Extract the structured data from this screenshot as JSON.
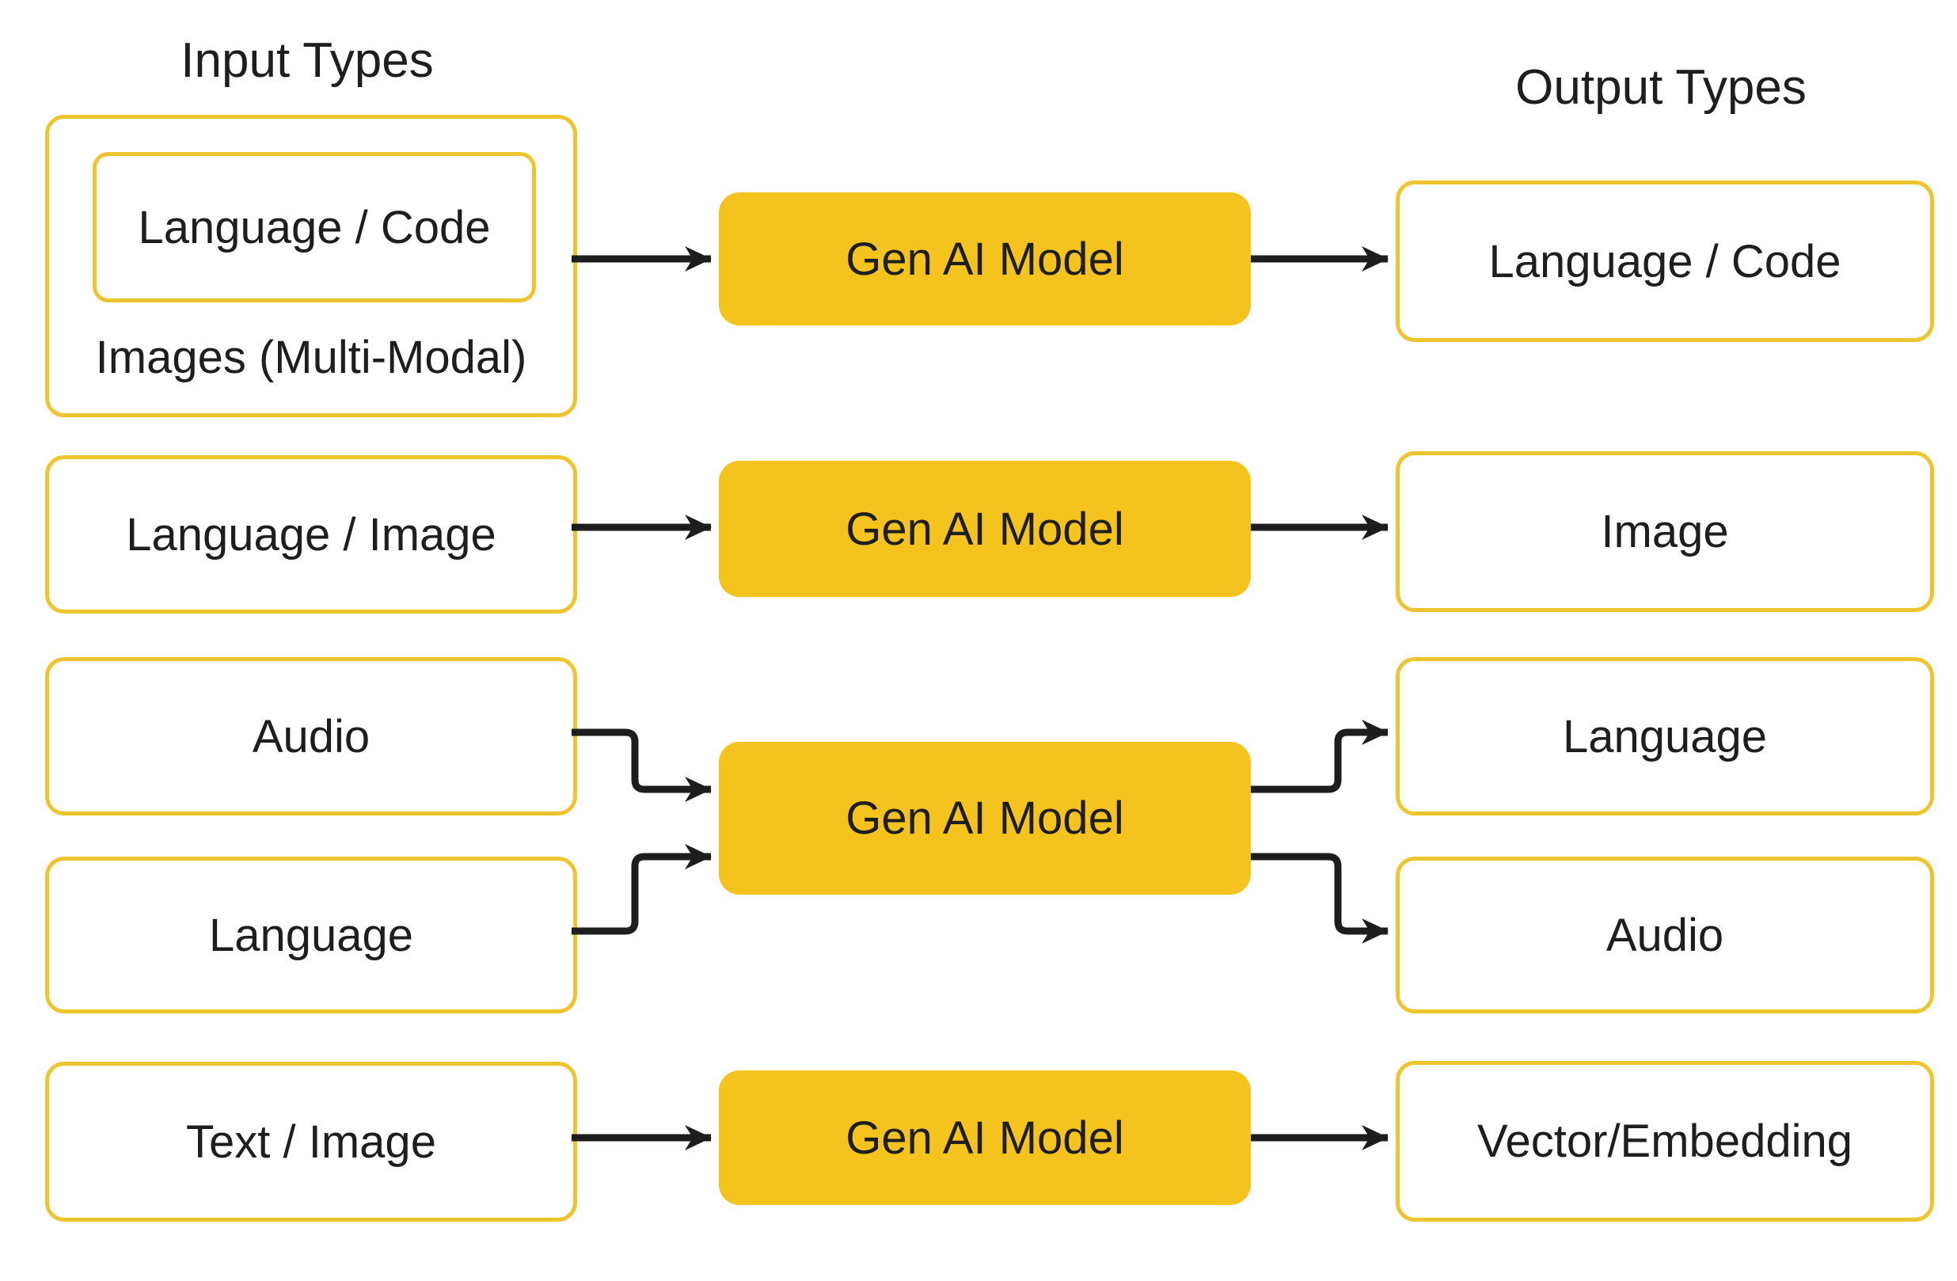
{
  "titles": {
    "input": "Input Types",
    "output": "Output Types"
  },
  "rows": {
    "row1": {
      "input_inner": "Language / Code",
      "input_caption": "Images (Multi-Modal)",
      "model": "Gen AI Model",
      "output": "Language / Code"
    },
    "row2": {
      "input": "Language / Image",
      "model": "Gen AI Model",
      "output": "Image"
    },
    "row3": {
      "input_top": "Audio",
      "input_bottom": "Language",
      "model": "Gen AI Model",
      "output_top": "Language",
      "output_bottom": "Audio"
    },
    "row4": {
      "input": "Text / Image",
      "model": "Gen AI Model",
      "output": "Vector/Embedding"
    }
  },
  "colors": {
    "model_fill": "#F5C31D",
    "node_border": "#EFC52F",
    "text": "#1E1E1E",
    "connector": "#1D1D1D",
    "background": "#FFFFFF"
  }
}
